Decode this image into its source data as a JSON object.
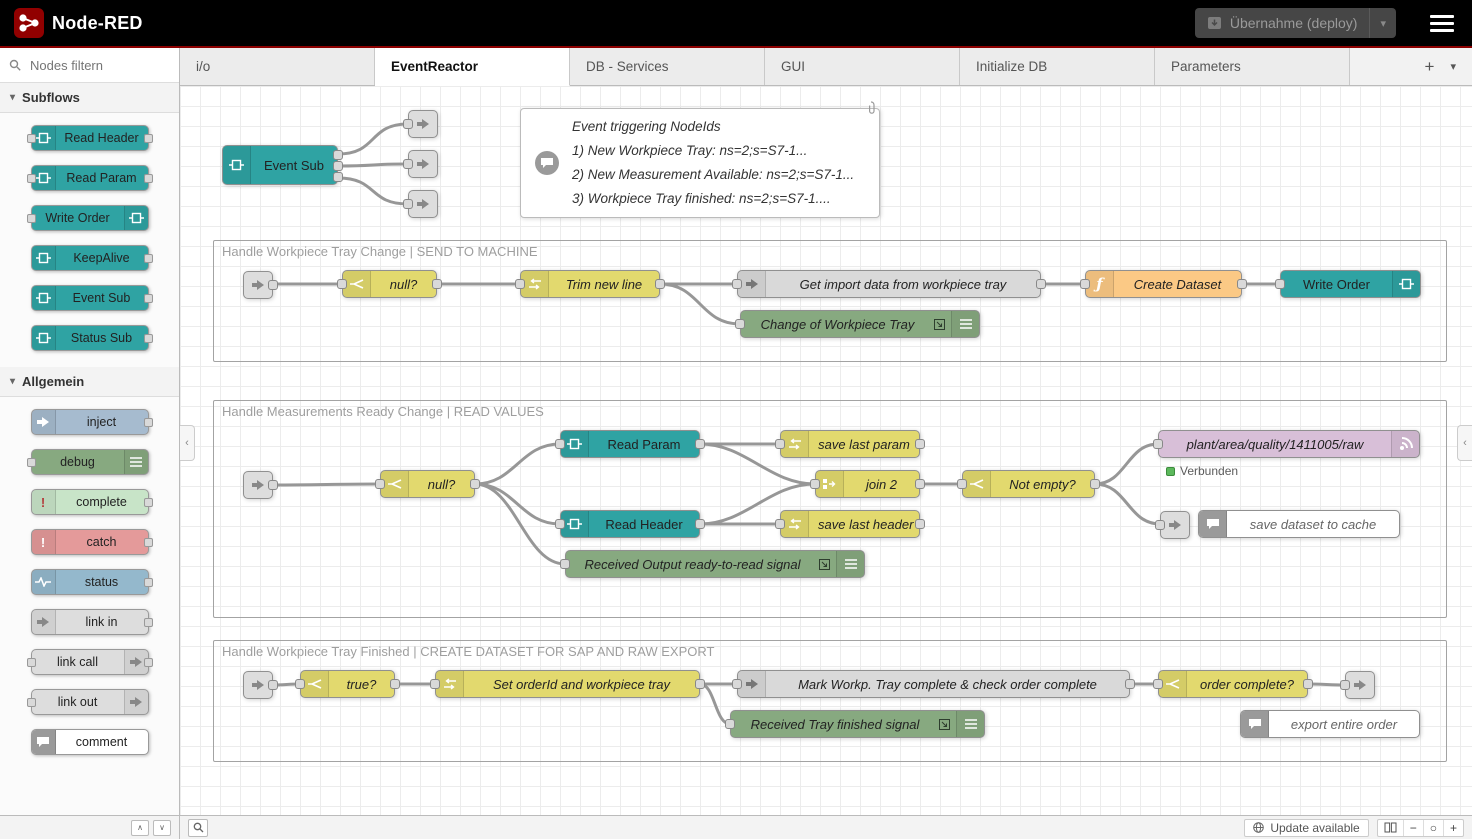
{
  "header": {
    "title": "Node-RED",
    "deploy_label": "Übernahme (deploy)"
  },
  "palette": {
    "search_placeholder": "Nodes filtern",
    "sections": [
      {
        "label": "Subflows",
        "items": [
          {
            "label": "Read Header"
          },
          {
            "label": "Read Param"
          },
          {
            "label": "Write Order"
          },
          {
            "label": "KeepAlive"
          },
          {
            "label": "Event Sub"
          },
          {
            "label": "Status Sub"
          }
        ]
      },
      {
        "label": "Allgemein",
        "items": [
          {
            "label": "inject"
          },
          {
            "label": "debug"
          },
          {
            "label": "complete"
          },
          {
            "label": "catch"
          },
          {
            "label": "status"
          },
          {
            "label": "link in"
          },
          {
            "label": "link call"
          },
          {
            "label": "link out"
          },
          {
            "label": "comment"
          }
        ]
      }
    ]
  },
  "tabs": {
    "active": "EventReactor",
    "items": [
      {
        "label": "i/o"
      },
      {
        "label": "EventReactor"
      },
      {
        "label": "DB - Services"
      },
      {
        "label": "GUI"
      },
      {
        "label": "Initialize DB"
      },
      {
        "label": "Parameters"
      }
    ]
  },
  "sticky": {
    "title": "Event triggering NodeIds",
    "line1": "1) New Workpiece Tray: ns=2;s=S7-1...",
    "line2": "2) New Measurement Available: ns=2;s=S7-1...",
    "line3": "3) Workpiece Tray finished: ns=2;s=S7-1...."
  },
  "groups": {
    "g1": "Handle Workpiece Tray Change | SEND TO MACHINE",
    "g2": "Handle Measurements Ready Change | READ VALUES",
    "g3": "Handle Workpiece Tray Finished | CREATE DATASET FOR SAP AND RAW EXPORT"
  },
  "nodes": {
    "event_sub": "Event Sub",
    "null1": "null?",
    "trim": "Trim new line",
    "get_import": "Get import data from workpiece tray",
    "create_dataset": "Create Dataset",
    "write_order": "Write Order",
    "debug_change": "Change of Workpiece Tray",
    "null2": "null?",
    "read_param": "Read Param",
    "read_header": "Read Header",
    "save_param": "save last param",
    "save_header": "save last header",
    "join2": "join 2",
    "not_empty": "Not empty?",
    "mqtt": "plant/area/quality/1411005/raw",
    "mqtt_status": "Verbunden",
    "debug_output": "Received Output ready-to-read signal",
    "comment_cache": "save dataset to cache",
    "true1": "true?",
    "set_orderid": "Set orderId and workpiece tray",
    "mark_tray": "Mark Workp. Tray complete & check order complete",
    "order_complete": "order complete?",
    "debug_tray": "Received Tray finished signal",
    "comment_export": "export entire order"
  },
  "footer": {
    "update": "Update available"
  },
  "icons": {
    "deploy_caret": "▾",
    "tab_add": "+",
    "tab_caret": "▾",
    "zoom_out": "−",
    "zoom_reset": "○",
    "zoom_in": "+",
    "collapse_up": "∧",
    "collapse_down": "∨",
    "handle_left": "‹"
  },
  "colors": {
    "accent_red": "#8c0000",
    "teal": "#2fa3a3",
    "yellow": "#e2d96e",
    "function_orange": "#fbc985",
    "debug_green": "#87a980",
    "mqtt_lavender": "#d8bfd8",
    "link_gray": "#d9d9d9",
    "connected_green": "#5cb85c"
  }
}
